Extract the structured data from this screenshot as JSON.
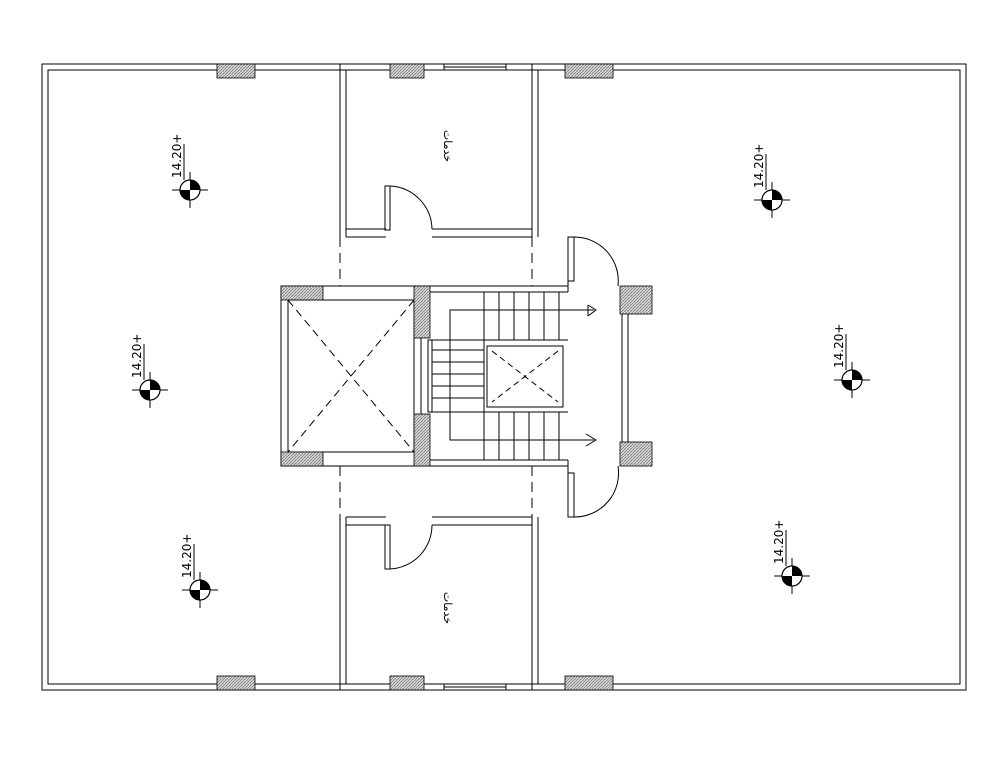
{
  "level_markers": [
    {
      "id": "nw",
      "label": "14.20+"
    },
    {
      "id": "w",
      "label": "14.20+"
    },
    {
      "id": "sw",
      "label": "14.20+"
    },
    {
      "id": "ne",
      "label": "14.20+"
    },
    {
      "id": "e",
      "label": "14.20+"
    },
    {
      "id": "se",
      "label": "14.20+"
    }
  ],
  "room_labels": {
    "services_top": "خدمات",
    "services_bottom": "خدمات"
  },
  "colors": {
    "line": "#000000",
    "hatch": "#9a9a9a"
  }
}
